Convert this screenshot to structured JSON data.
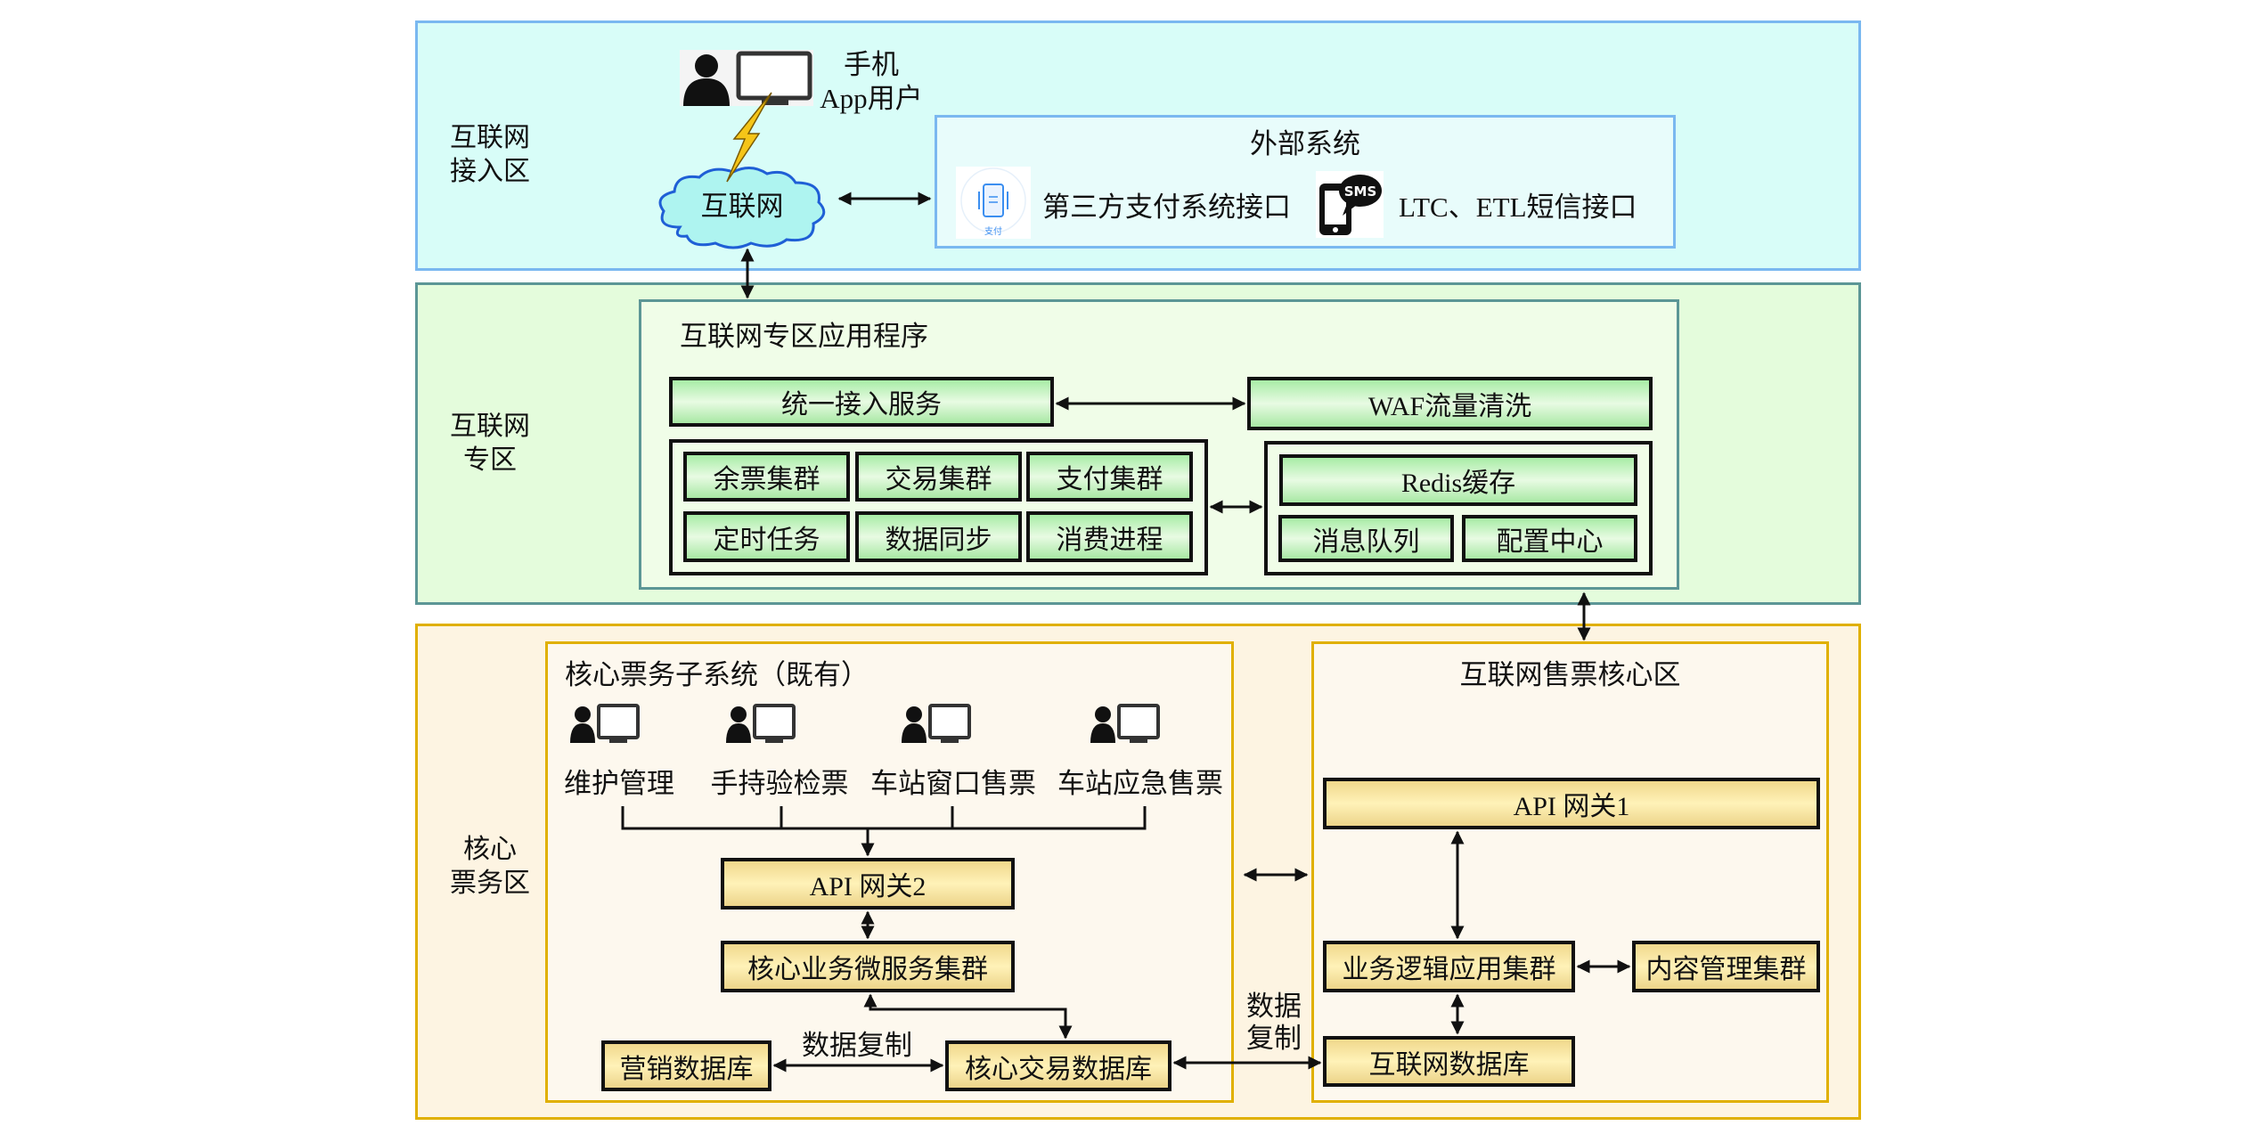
{
  "zones": {
    "internet_access": {
      "label_line1": "互联网",
      "label_line2": "接入区",
      "mobile_user_line1": "手机",
      "mobile_user_line2": "App用户",
      "cloud_label": "互联网",
      "external": {
        "title": "外部系统",
        "payment_icon_caption": "支付",
        "payment_label": "第三方支付系统接口",
        "sms_icon_text": "SMS",
        "sms_label": "LTC、ETL短信接口"
      }
    },
    "internet_dmz": {
      "label_line1": "互联网",
      "label_line2": "专区",
      "app_title": "互联网专区应用程序",
      "unified_access": "统一接入服务",
      "waf": "WAF流量清洗",
      "clusters": [
        "余票集群",
        "交易集群",
        "支付集群",
        "定时任务",
        "数据同步",
        "消费进程"
      ],
      "redis": "Redis缓存",
      "message_queue": "消息队列",
      "config_center": "配置中心"
    },
    "core_ticketing": {
      "label_line1": "核心",
      "label_line2": "票务区",
      "legacy_subsystem": {
        "title": "核心票务子系统（既有）",
        "terminals": [
          "维护管理",
          "手持验检票",
          "车站窗口售票",
          "车站应急售票"
        ],
        "api_gateway": "API 网关2",
        "microservices": "核心业务微服务集群",
        "marketing_db": "营销数据库",
        "replication_label": "数据复制",
        "core_trade_db": "核心交易数据库"
      },
      "cross_replication_line1": "数据",
      "cross_replication_line2": "复制",
      "internet_core": {
        "title": "互联网售票核心区",
        "api_gateway": "API 网关1",
        "business_logic": "业务逻辑应用集群",
        "content_mgmt": "内容管理集群",
        "internet_db": "互联网数据库"
      }
    }
  },
  "colors": {
    "zone1_fill": "#d8fdf8",
    "zone1_border": "#7ab8f0",
    "zone2_fill": "#e4fcdc",
    "zone2_border": "#5c9696",
    "zone3_fill": "#fdf4e2",
    "zone3_border": "#e0b000",
    "green_box": "#a8eca6",
    "yellow_box": "#f0d88c",
    "lightning": "#f5c518",
    "cloud_fill": "#aef4f0",
    "cloud_stroke": "#1f5fd6"
  }
}
